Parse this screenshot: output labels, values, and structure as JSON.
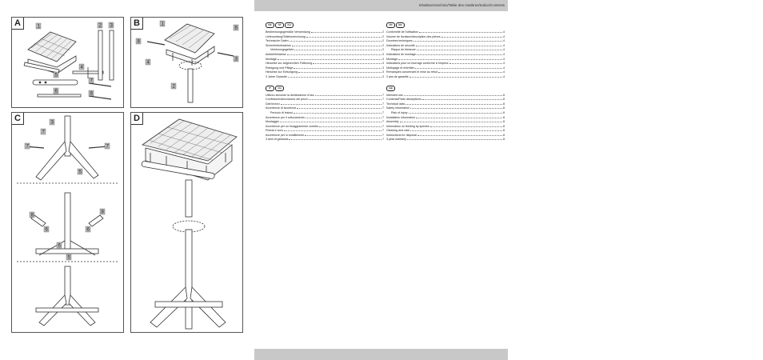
{
  "header": {
    "title": "Inhaltsverzeichnis/Table des matières/Indice/Contents"
  },
  "figures": [
    {
      "label": "A",
      "callouts": [
        "1",
        "4",
        "5",
        "6",
        "7",
        "8",
        "2",
        "3"
      ]
    },
    {
      "label": "B",
      "callouts": [
        "1",
        "8",
        "4",
        "2",
        "6",
        "3"
      ]
    },
    {
      "label": "C",
      "callouts": [
        "3",
        "7",
        "7",
        "7",
        "5",
        "8",
        "8",
        "6",
        "6",
        "6",
        "5"
      ]
    },
    {
      "label": "D",
      "callouts": []
    }
  ],
  "toc": [
    {
      "flags": [
        "DE",
        "AT",
        "CH"
      ],
      "entries": [
        {
          "title": "Bestimmungsgemäße Verwendung",
          "page": "2"
        },
        {
          "title": "Lieferumfang/Teilebezeichnung",
          "page": "2"
        },
        {
          "title": "Technische Daten",
          "page": "2"
        },
        {
          "title": "Sicherheitshinweise",
          "page": "2"
        },
        {
          "title": "Verletzungsgefahr",
          "page": "2",
          "sub": true
        },
        {
          "title": "Aufstellhinweise",
          "page": "3"
        },
        {
          "title": "Montage",
          "page": "3"
        },
        {
          "title": "Hinweise zur artgerechten Fütterung",
          "page": "3"
        },
        {
          "title": "Reinigung und Pflege",
          "page": "3"
        },
        {
          "title": "Hinweise zur Entsorgung",
          "page": "3"
        },
        {
          "title": "3 Jahre Garantie",
          "page": "3"
        }
      ]
    },
    {
      "flags": [
        "IT",
        "CH"
      ],
      "entries": [
        {
          "title": "Utilizzo secondo la destinazione d'uso",
          "page": "7"
        },
        {
          "title": "Confezione/descrizione dei pezzi",
          "page": "7"
        },
        {
          "title": "Dati tecnici",
          "page": "7"
        },
        {
          "title": "Avvertenze di sicurezza",
          "page": "7"
        },
        {
          "title": "Pericolo di lesioni",
          "page": "7",
          "sub": true
        },
        {
          "title": "Avvertenze per il collocamento",
          "page": "7"
        },
        {
          "title": "Montaggio",
          "page": "7"
        },
        {
          "title": "Avvertenze per un foraggiamento corretto",
          "page": "7"
        },
        {
          "title": "Pulizia e cura",
          "page": "7"
        },
        {
          "title": "Avvertenze per lo smaltimento",
          "page": "7"
        },
        {
          "title": "3 anni di garanzia",
          "page": "7"
        }
      ]
    },
    {
      "flags": [
        "FR",
        "BE"
      ],
      "entries": [
        {
          "title": "Conformité de l'utilisation",
          "page": "4"
        },
        {
          "title": "Volume de livraison/description des pièces",
          "page": "4"
        },
        {
          "title": "Données techniques",
          "page": "4"
        },
        {
          "title": "Indications de sécurité",
          "page": "4"
        },
        {
          "title": "Risque de blessure",
          "page": "4",
          "sub": true
        },
        {
          "title": "Indications de montage",
          "page": "4"
        },
        {
          "title": "Montage",
          "page": "4"
        },
        {
          "title": "Indications pour un fourrage conforme à l'espèce",
          "page": "4"
        },
        {
          "title": "Nettoyage et entretien",
          "page": "4"
        },
        {
          "title": "Remarques concernant le mise au rebut",
          "page": "4"
        },
        {
          "title": "3 ans de garantie",
          "page": "4"
        }
      ]
    },
    {
      "flags": [
        "GB"
      ],
      "entries": [
        {
          "title": "Intended use",
          "page": "8"
        },
        {
          "title": "Contents/Parts descriptions",
          "page": "8"
        },
        {
          "title": "Technical data",
          "page": "8"
        },
        {
          "title": "Safety information",
          "page": "8"
        },
        {
          "title": "Risk of injury",
          "page": "8",
          "sub": true
        },
        {
          "title": "Installation information",
          "page": "8"
        },
        {
          "title": "Assembly",
          "page": "8"
        },
        {
          "title": "Information on feeding by species",
          "page": "8"
        },
        {
          "title": "Cleaning and care",
          "page": "8"
        },
        {
          "title": "Instructions for disposal",
          "page": "8"
        },
        {
          "title": "3-year warranty",
          "page": "8"
        }
      ]
    }
  ]
}
